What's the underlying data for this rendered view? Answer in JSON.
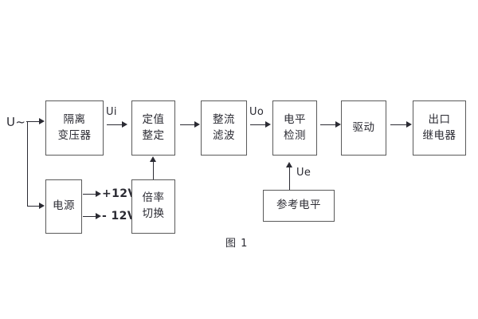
{
  "figure": {
    "caption": "图 1",
    "colors": {
      "background": "#ffffff",
      "box_border": "#5a5a5a",
      "line": "#2b2b33",
      "text": "#2b2b33"
    }
  },
  "blocks": {
    "isolation_transformer": {
      "line1": "隔离",
      "line2": "变压器"
    },
    "setting_value": {
      "line1": "定值",
      "line2": "整定"
    },
    "rectify_filter": {
      "line1": "整流",
      "line2": "滤波"
    },
    "level_detect": {
      "line1": "电平",
      "line2": "检测"
    },
    "drive": {
      "line1": "驱动"
    },
    "output_relay": {
      "line1": "出口",
      "line2": "继电器"
    },
    "power_supply": {
      "line1": "电源"
    },
    "multiplier_switch": {
      "line1": "倍率",
      "line2": "切换"
    },
    "reference_level": {
      "line1": "参考电平"
    }
  },
  "labels": {
    "input_source": "U~",
    "signal_ui": "Ui",
    "signal_uo": "Uo",
    "signal_ue": "Ue",
    "rail_positive": "+12V",
    "rail_negative": "- 12V"
  }
}
